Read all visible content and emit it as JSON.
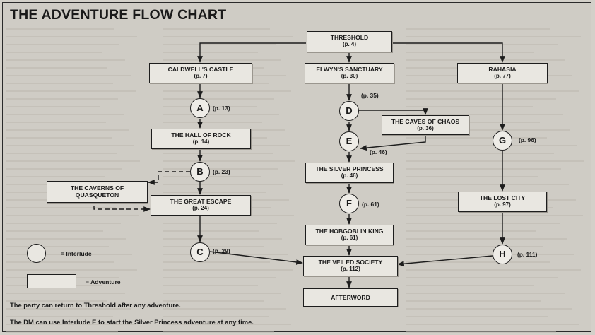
{
  "title": "THE ADVENTURE FLOW CHART",
  "adventures": {
    "threshold": {
      "name": "THRESHOLD",
      "page": "(p. 4)"
    },
    "caldwell": {
      "name": "CALDWELL'S CASTLE",
      "page": "(p. 7)"
    },
    "elwyn": {
      "name": "ELWYN'S SANCTUARY",
      "page": "(p. 30)"
    },
    "rahasia": {
      "name": "RAHASIA",
      "page": "(p. 77)"
    },
    "hall_of_rock": {
      "name": "THE HALL OF ROCK",
      "page": "(p. 14)"
    },
    "caves_of_chaos": {
      "name": "THE CAVES OF CHAOS",
      "page": "(p. 36)"
    },
    "caverns": {
      "name_line1": "THE CAVERNS OF",
      "name_line2": "QUASQUETON"
    },
    "great_escape": {
      "name": "THE GREAT ESCAPE",
      "page": "(p. 24)"
    },
    "silver_princess": {
      "name": "THE SILVER PRINCESS",
      "page": "(p. 46)"
    },
    "lost_city": {
      "name": "THE LOST CITY",
      "page": "(p. 97)"
    },
    "hobgoblin_king": {
      "name": "THE HOBGOBLIN KING",
      "page": "(p. 61)"
    },
    "veiled_society": {
      "name": "THE VEILED SOCIETY",
      "page": "(p. 112)"
    },
    "afterword": {
      "name": "AFTERWORD"
    }
  },
  "interludes": {
    "a": {
      "letter": "A",
      "page": "(p. 13)"
    },
    "b": {
      "letter": "B",
      "page": "(p. 23)"
    },
    "c": {
      "letter": "C",
      "page": "(p. 29)"
    },
    "d": {
      "letter": "D",
      "page": "(p. 35)"
    },
    "e": {
      "letter": "E",
      "page": "(p. 46)"
    },
    "f": {
      "letter": "F",
      "page": "(p. 61)"
    },
    "g": {
      "letter": "G",
      "page": "(p. 96)"
    },
    "h": {
      "letter": "H",
      "page": "(p. 111)"
    }
  },
  "legend": {
    "interlude_label": "= Interlude",
    "adventure_label": "= Adventure"
  },
  "notes": [
    "The party can return to Threshold after any adventure.",
    "The DM can use Interlude E to start the Silver Princess adventure at any time."
  ],
  "colors": {
    "background": "#d3d0c9",
    "box_fill": "#e9e7e1",
    "line": "#1d1d1d"
  }
}
